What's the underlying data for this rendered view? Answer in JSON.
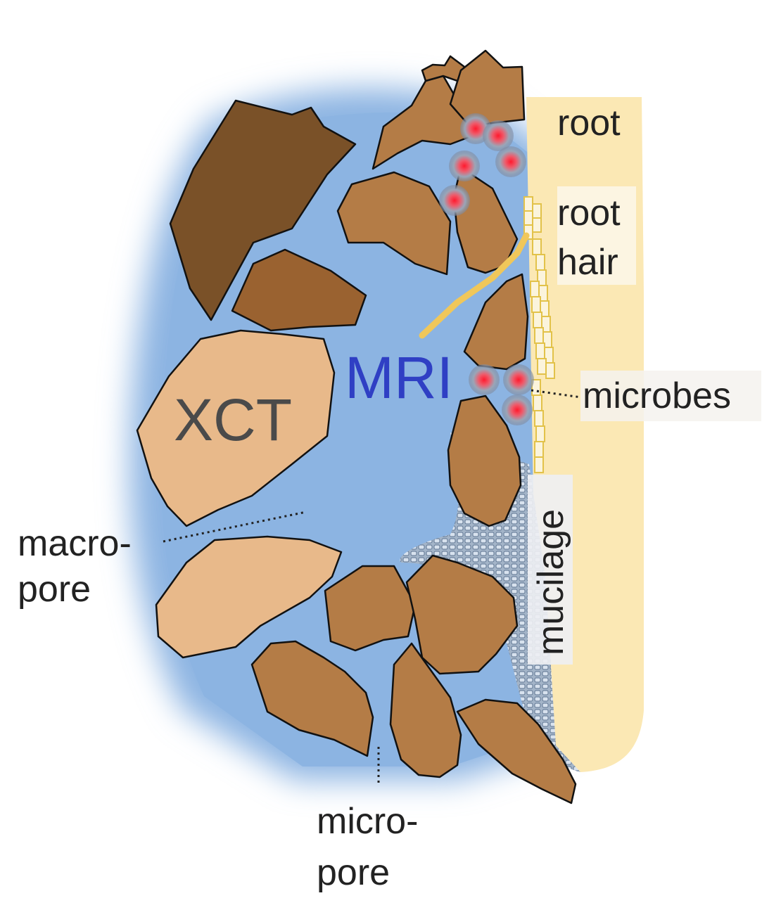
{
  "labels": {
    "root": "root",
    "root_hair_line1": "root",
    "root_hair_line2": "hair",
    "microbes": "microbes",
    "mucilage": "mucilage",
    "mri": "MRI",
    "xct": "XCT",
    "macropore_line1": "macro-",
    "macropore_line2": "pore",
    "micropore_line1": "micro-",
    "micropore_line2": "pore"
  },
  "colors": {
    "water": "#8cb4e2",
    "root": "#fbe8b4",
    "grain_medium": "#b47c46",
    "grain_dark": "#7a5128",
    "grain_light": "#e8b98a",
    "mri_text": "#2f3fc4",
    "xct_text": "#4a4a4a",
    "microbe_core": "#e6233a",
    "root_hair": "#f0c75a"
  }
}
